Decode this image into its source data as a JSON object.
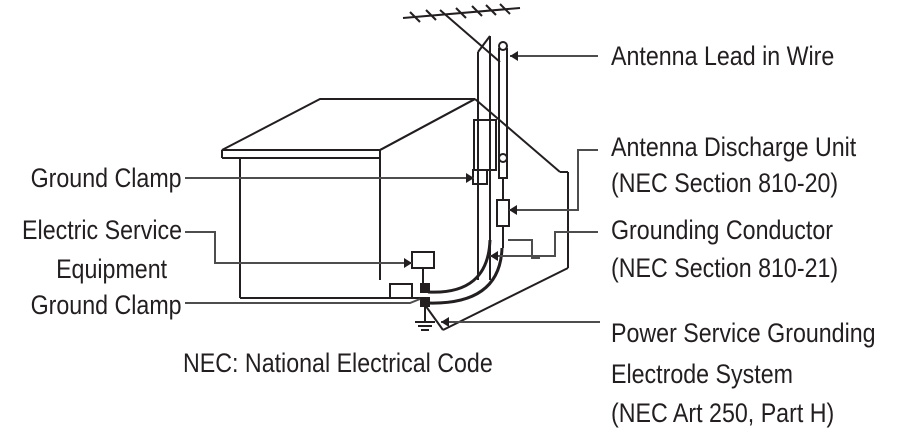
{
  "labels": {
    "antenna_lead_in_wire": "Antenna Lead in Wire",
    "antenna_discharge_unit": "Antenna Discharge Unit",
    "antenna_discharge_unit_ref": "(NEC Section 810-20)",
    "grounding_conductor": "Grounding Conductor",
    "grounding_conductor_ref": "(NEC Section 810-21)",
    "power_service_line1": "Power Service Grounding",
    "power_service_line2": "Electrode System",
    "power_service_ref": "(NEC Art 250, Part H)",
    "ground_clamp_top": "Ground Clamp",
    "electric_service_line1": "Electric Service",
    "electric_service_line2": "Equipment",
    "ground_clamp_bottom": "Ground Clamp",
    "nec_legend": "NEC: National Electrical Code"
  }
}
